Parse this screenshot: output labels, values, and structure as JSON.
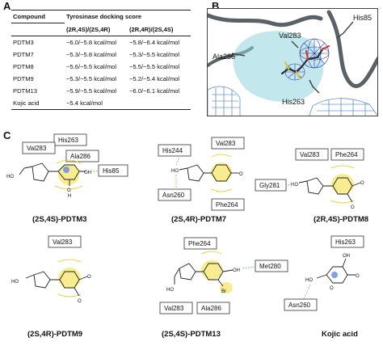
{
  "panels": {
    "a": "A",
    "b": "B",
    "c": "C"
  },
  "table": {
    "header": {
      "compound": "Compound",
      "score": "Tyrosinase docking score"
    },
    "subheader": {
      "col1": "(2R,4S)/(2S,4R)",
      "col2": "(2R,4R)/(2S,4S)"
    },
    "rows": [
      {
        "compound": "PDTM3",
        "v1": "−6.0/−5.8 kcal/mol",
        "v2": "−5.8/−6.4 kcal/mol"
      },
      {
        "compound": "PDTM7",
        "v1": "−5.3/−5.8 kcal/mol",
        "v2": "−5.3/−5.5 kcal/mol"
      },
      {
        "compound": "PDTM8",
        "v1": "−5.6/−5.5 kcal/mol",
        "v2": "−5.5/−5.5 kcal/mol"
      },
      {
        "compound": "PDTM9",
        "v1": "−5.3/−5.5 kcal/mol",
        "v2": "−5.2/−5.4 kcal/mol"
      },
      {
        "compound": "PDTM13",
        "v1": "−5.9/−5.5 kcal/mol",
        "v2": "−6.0/−6.1 kcal/mol"
      },
      {
        "compound": "Kojic acid",
        "v1": "−5.4 kcal/mol",
        "v2": ""
      }
    ]
  },
  "panel_b": {
    "labels": [
      "His85",
      "Val283",
      "Ala286",
      "His263"
    ],
    "colors": {
      "ribbon": "#5a6268",
      "mesh": "#2f6fb5",
      "pocket": "#8fd3df",
      "ligand_mesh": "#2a3aa8"
    }
  },
  "panel_c": {
    "colors": {
      "hbond": "#7ed17e",
      "hydrophobic": "#f5e66b",
      "aromatic": "#6d8fe0"
    },
    "compounds": [
      {
        "label": "(2S,4S)-PDTM3",
        "residues": [
          "His263",
          "Val283",
          "Ala286",
          "His85"
        ],
        "atoms": [
          "HO",
          "OH",
          "O",
          "H"
        ]
      },
      {
        "label": "(2S,4R)-PDTM7",
        "residues": [
          "His244",
          "Val283",
          "Asn260",
          "Phe264"
        ],
        "atoms": [
          "HO",
          "O"
        ]
      },
      {
        "label": "(2R,4S)-PDTM8",
        "residues": [
          "Val283",
          "Phe264",
          "Gly281"
        ],
        "atoms": [
          "HO",
          "O",
          "O"
        ]
      },
      {
        "label": "(2S,4R)-PDTM9",
        "residues": [
          "Val283"
        ],
        "atoms": [
          "HO",
          "O",
          "O"
        ]
      },
      {
        "label": "(2S,4S)-PDTM13",
        "residues": [
          "Phe264",
          "Met280",
          "Val283",
          "Ala286"
        ],
        "atoms": [
          "HO",
          "OH",
          "Br"
        ]
      },
      {
        "label": "Kojic acid",
        "residues": [
          "His263",
          "Asn260"
        ],
        "atoms": [
          "HO",
          "O",
          "O",
          "OH"
        ]
      }
    ]
  }
}
